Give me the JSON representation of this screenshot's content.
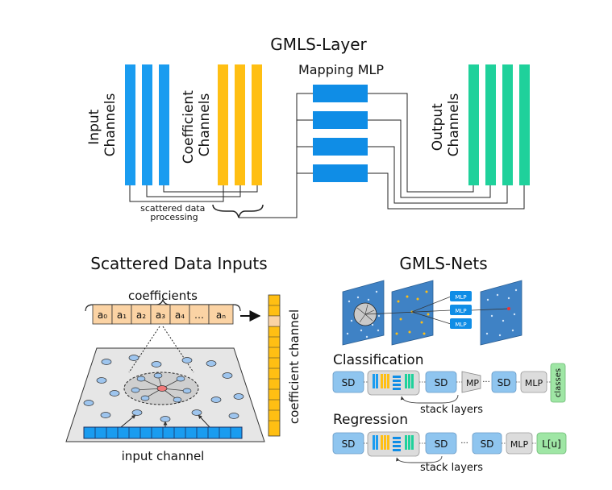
{
  "top": {
    "title": "GMLS-Layer",
    "input_label": [
      "Input",
      "Channels"
    ],
    "coeff_label": [
      "Coefficient",
      "Channels"
    ],
    "mlp_label": "Mapping MLP",
    "output_label": [
      "Output",
      "Channels"
    ],
    "processing_label": [
      "scattered data",
      "processing"
    ]
  },
  "left": {
    "title": "Scattered Data Inputs",
    "coeff_title": "coefficients",
    "cells": [
      "a₀",
      "a₁",
      "a₂",
      "a₃",
      "a₄",
      "…",
      "aₙ"
    ],
    "coeff_channel_label": "coefficient channel",
    "input_channel_label": "input channel"
  },
  "right": {
    "title": "GMLS-Nets",
    "mlp_small": "MLP",
    "classification": {
      "title": "Classification",
      "sd": "SD",
      "mp": "MP",
      "dots": "···",
      "mlp": "MLP",
      "out": "classes",
      "stack": "stack layers"
    },
    "regression": {
      "title": "Regression",
      "sd": "SD",
      "dots": "···",
      "mlp": "MLP",
      "out": "L[u]",
      "stack": "stack layers"
    }
  },
  "colors": {
    "input_blue": "#1a9cf0",
    "coeff_yellow": "#ffbf13",
    "mlp_blue": "#0f8de6",
    "output_green": "#1fd19b",
    "sd_blue": "#8fc5ef",
    "orange_cell": "#fbd3a4",
    "panel_blue": "#3f82c5",
    "gray_box": "#dcdcdc",
    "green_out": "#9fe6a5"
  }
}
